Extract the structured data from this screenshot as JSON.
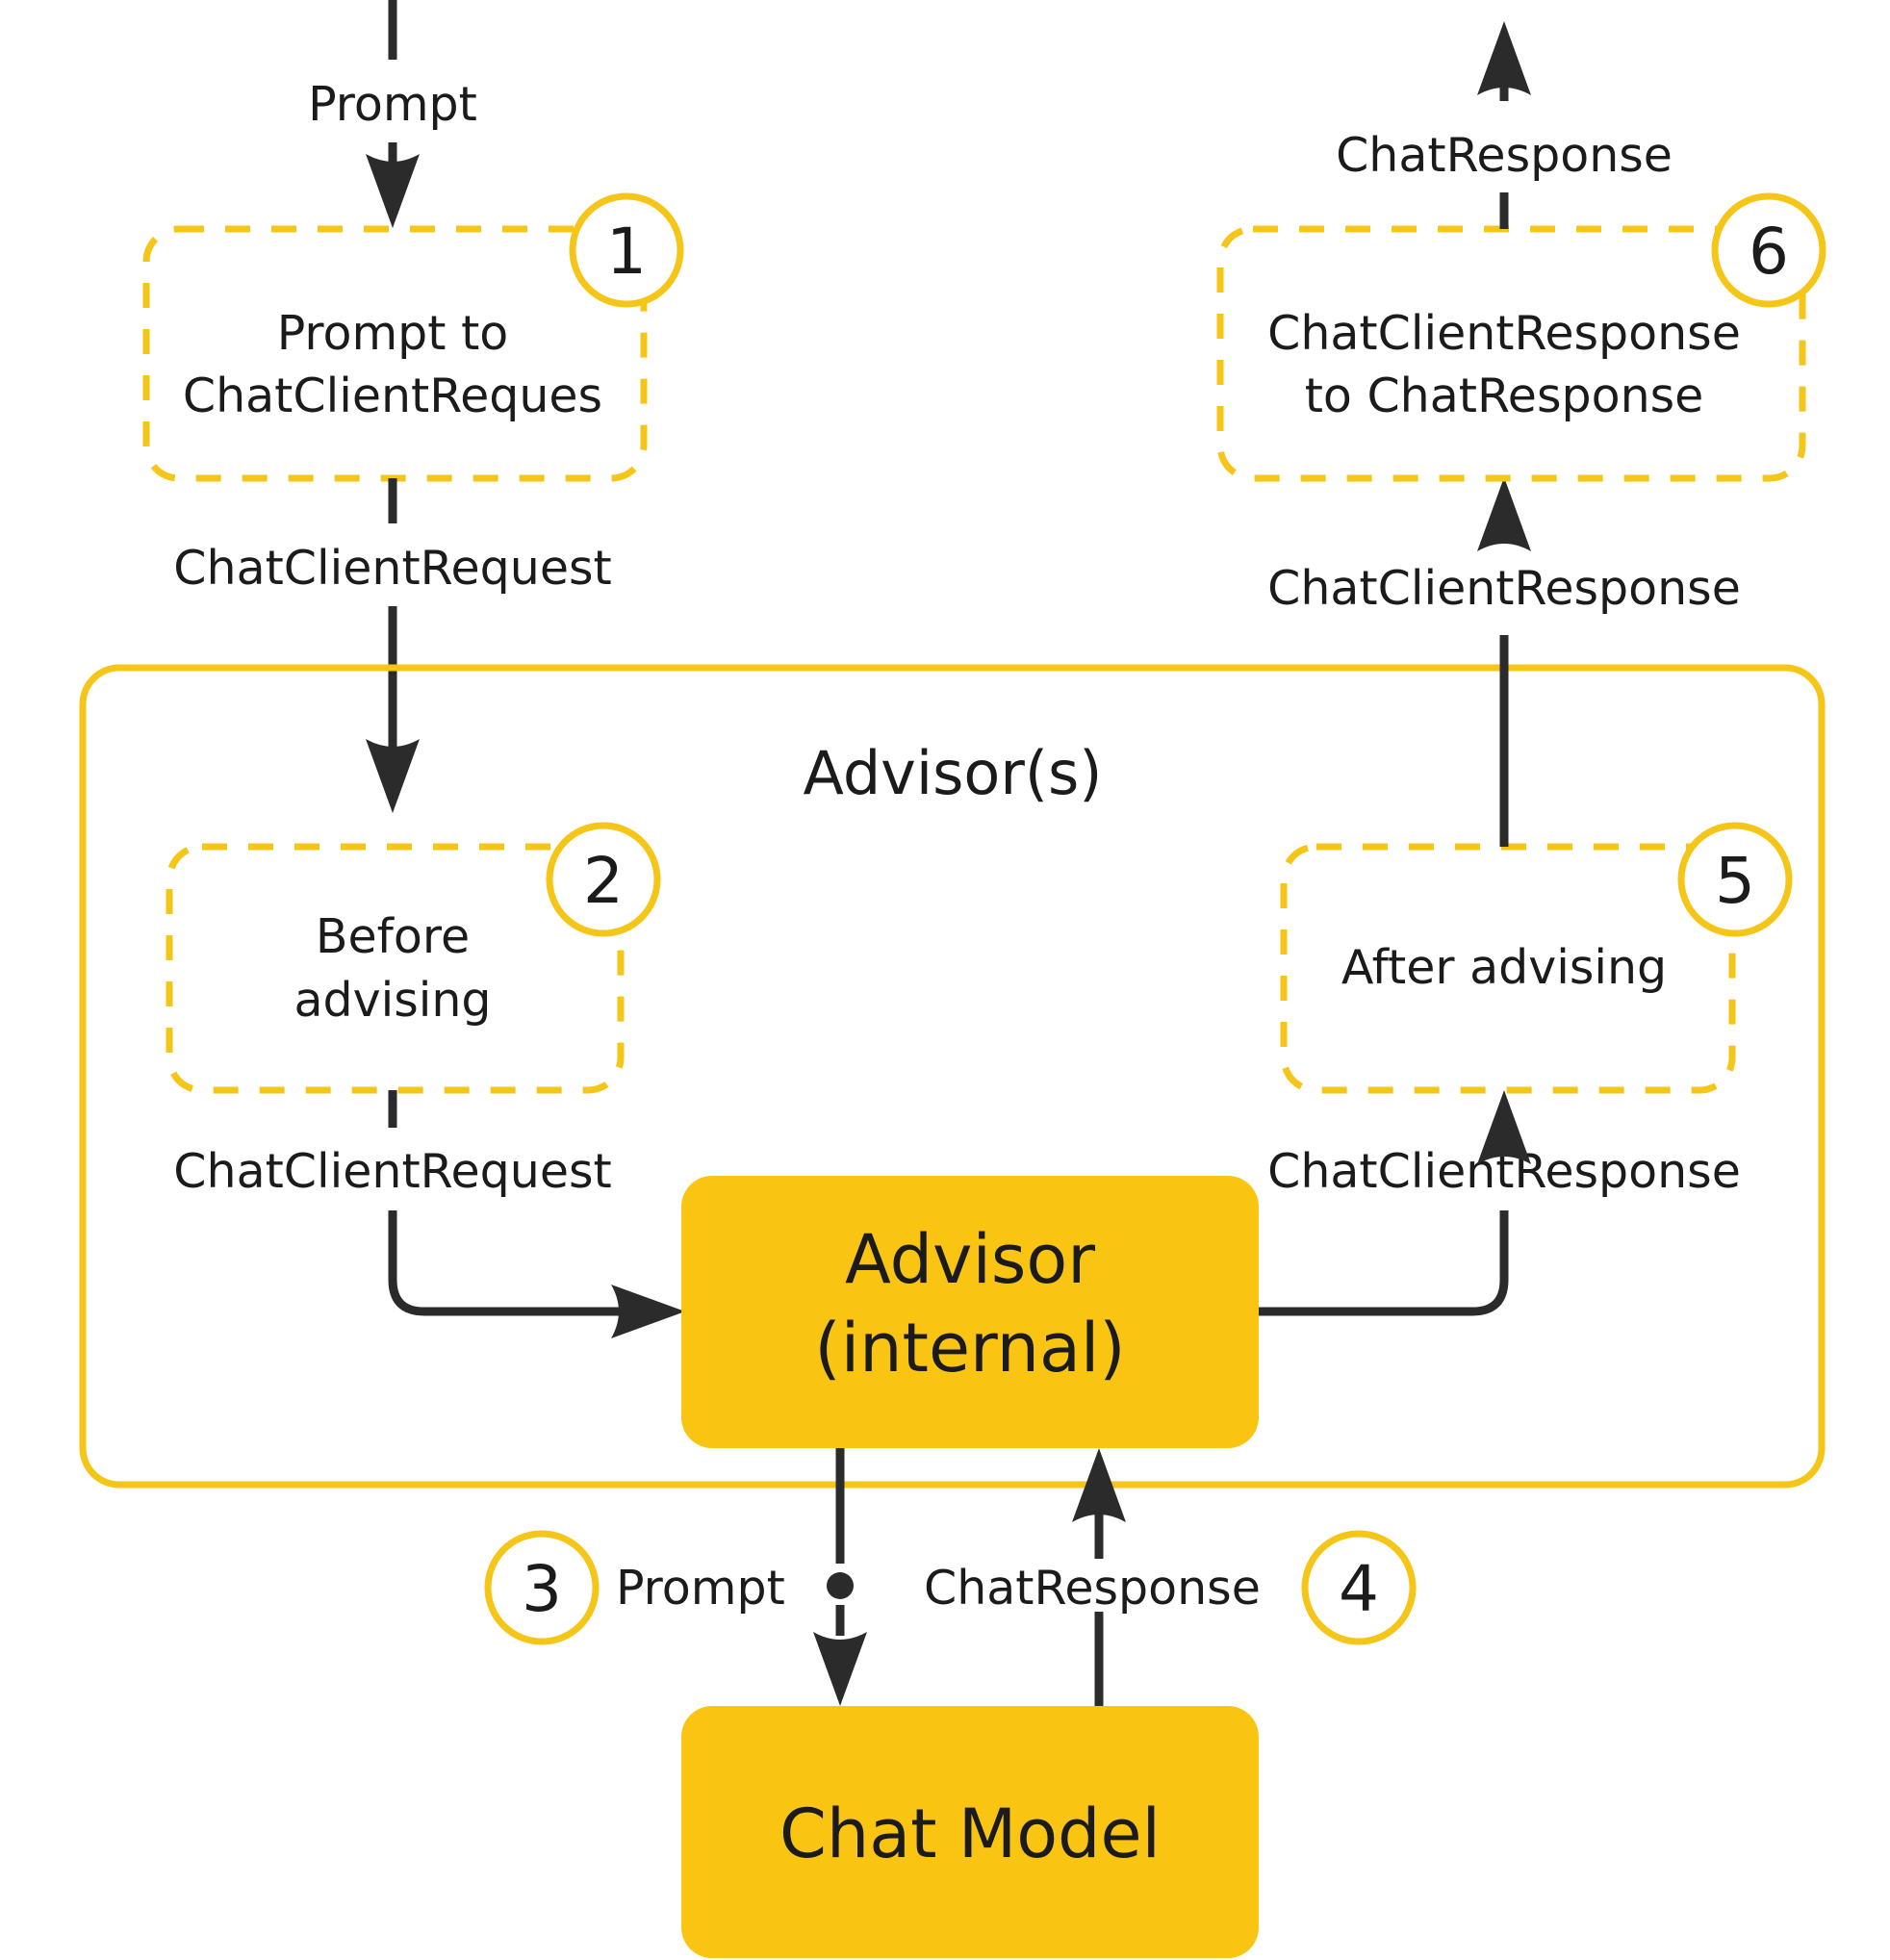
{
  "diagram": {
    "title": "Spring AI Advisor chain flow",
    "colors": {
      "accent_yellow": "#f5c518",
      "fill_yellow": "#fac412",
      "arrow_dark": "#2b2b2b",
      "background": "#ffffff"
    },
    "group": {
      "label": "Advisor(s)"
    },
    "steps": [
      {
        "number": "1",
        "label_line1": "Prompt to",
        "label_line2": "ChatClientReques"
      },
      {
        "number": "2",
        "label_line1": "Before",
        "label_line2": "advising"
      },
      {
        "number": "3",
        "label_line1": "Prompt",
        "label_line2": ""
      },
      {
        "number": "4",
        "label_line1": "ChatResponse",
        "label_line2": ""
      },
      {
        "number": "5",
        "label_line1": "After advising",
        "label_line2": ""
      },
      {
        "number": "6",
        "label_line1": "ChatClientResponse",
        "label_line2": "to ChatResponse"
      }
    ],
    "nodes": [
      {
        "id": "advisor-internal",
        "label_line1": "Advisor",
        "label_line2": "(internal)"
      },
      {
        "id": "chat-model",
        "label_line1": "Chat Model",
        "label_line2": ""
      }
    ],
    "edges": [
      {
        "id": "prompt-in",
        "label": "Prompt"
      },
      {
        "id": "chatclientrequest-1",
        "label": "ChatClientRequest"
      },
      {
        "id": "chatclientrequest-2",
        "label": "ChatClientRequest"
      },
      {
        "id": "prompt-to-model",
        "label": "Prompt"
      },
      {
        "id": "chatresponse-from-model",
        "label": "ChatResponse"
      },
      {
        "id": "chatclientresponse-1",
        "label": "ChatClientResponse"
      },
      {
        "id": "chatclientresponse-2",
        "label": "ChatClientResponse"
      },
      {
        "id": "chatresponse-out",
        "label": "ChatResponse"
      }
    ]
  }
}
